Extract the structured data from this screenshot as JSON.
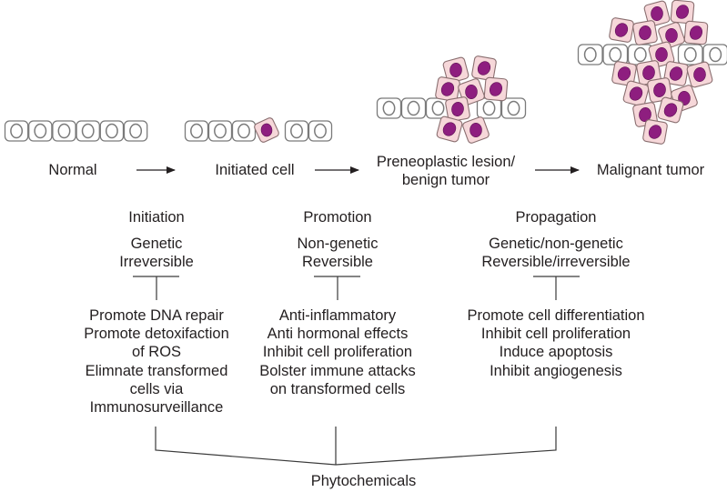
{
  "colors": {
    "normal_cell_fill": "#ffffff",
    "normal_cell_stroke": "#7a7a7a",
    "tumor_cell_fill": "#f6d7d9",
    "tumor_cell_stroke": "#8a6f70",
    "nucleus_fill": "#8e1e7f",
    "text": "#231f20",
    "line": "#3a3a3a"
  },
  "stages": [
    {
      "label": "Normal"
    },
    {
      "label": "Initiated cell"
    },
    {
      "label": "Preneoplastic lesion/",
      "label2": "benign tumor"
    },
    {
      "label": "Malignant tumor"
    }
  ],
  "phases": [
    {
      "title": "Initiation",
      "properties": [
        "Genetic",
        "Irreversible"
      ],
      "effects": [
        "Promote DNA repair",
        "Promote detoxifaction",
        "of ROS",
        "Elimnate transformed",
        "cells via",
        "Immunosurveillance"
      ]
    },
    {
      "title": "Promotion",
      "properties": [
        "Non-genetic",
        "Reversible"
      ],
      "effects": [
        "Anti-inflammatory",
        "Anti hormonal effects",
        "Inhibit cell proliferation",
        "Bolster immune attacks",
        "on transformed cells"
      ]
    },
    {
      "title": "Propagation",
      "properties": [
        "Genetic/non-genetic",
        "Reversible/irreversible"
      ],
      "effects": [
        "Promote cell differentiation",
        "Inhibit cell proliferation",
        "Induce apoptosis",
        "Inhibit angiogenesis"
      ]
    }
  ],
  "footer": {
    "label": "Phytochemicals"
  }
}
